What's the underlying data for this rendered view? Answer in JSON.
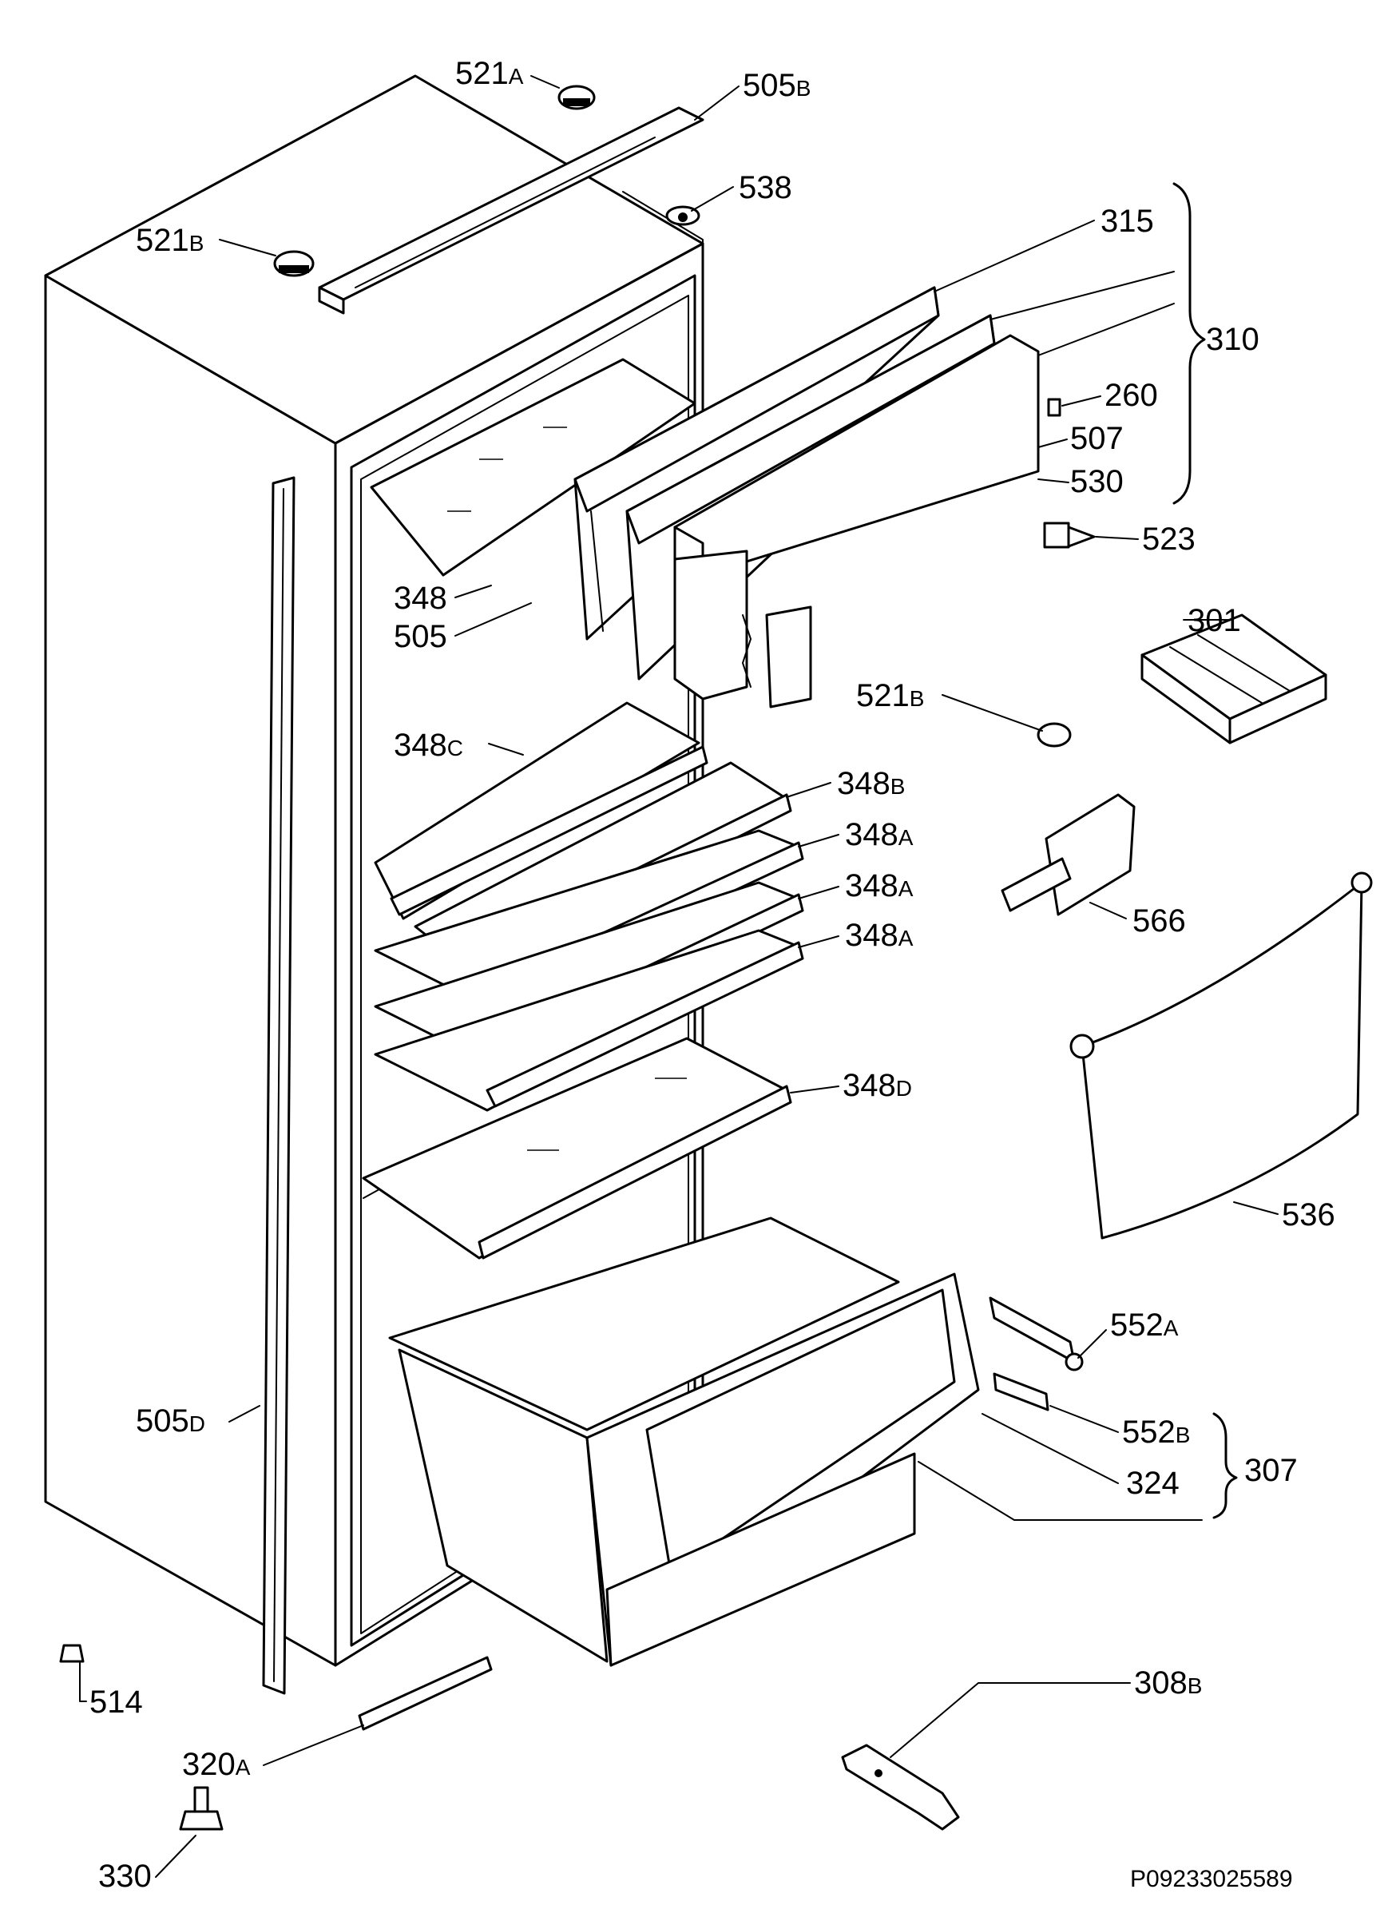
{
  "drawing_code": "P09233025589",
  "labels": [
    {
      "name": "label-521a",
      "main": "521",
      "suffix": "A"
    },
    {
      "name": "label-505b",
      "main": "505",
      "suffix": "B"
    },
    {
      "name": "label-538",
      "main": "538",
      "suffix": ""
    },
    {
      "name": "label-521b-top",
      "main": "521",
      "suffix": "B"
    },
    {
      "name": "label-315",
      "main": "315",
      "suffix": ""
    },
    {
      "name": "label-310",
      "main": "310",
      "suffix": ""
    },
    {
      "name": "label-260",
      "main": "260",
      "suffix": ""
    },
    {
      "name": "label-507",
      "main": "507",
      "suffix": ""
    },
    {
      "name": "label-530",
      "main": "530",
      "suffix": ""
    },
    {
      "name": "label-523",
      "main": "523",
      "suffix": ""
    },
    {
      "name": "label-348",
      "main": "348",
      "suffix": ""
    },
    {
      "name": "label-505",
      "main": "505",
      "suffix": ""
    },
    {
      "name": "label-301",
      "main": "301",
      "suffix": ""
    },
    {
      "name": "label-521b-mid",
      "main": "521",
      "suffix": "B"
    },
    {
      "name": "label-348c",
      "main": "348",
      "suffix": "C"
    },
    {
      "name": "label-348b",
      "main": "348",
      "suffix": "B"
    },
    {
      "name": "label-348a-1",
      "main": "348",
      "suffix": "A"
    },
    {
      "name": "label-348a-2",
      "main": "348",
      "suffix": "A"
    },
    {
      "name": "label-348a-3",
      "main": "348",
      "suffix": "A"
    },
    {
      "name": "label-566",
      "main": "566",
      "suffix": ""
    },
    {
      "name": "label-348d",
      "main": "348",
      "suffix": "D"
    },
    {
      "name": "label-536",
      "main": "536",
      "suffix": ""
    },
    {
      "name": "label-552a",
      "main": "552",
      "suffix": "A"
    },
    {
      "name": "label-505d",
      "main": "505",
      "suffix": "D"
    },
    {
      "name": "label-552b",
      "main": "552",
      "suffix": "B"
    },
    {
      "name": "label-307",
      "main": "307",
      "suffix": ""
    },
    {
      "name": "label-324",
      "main": "324",
      "suffix": ""
    },
    {
      "name": "label-514",
      "main": "514",
      "suffix": ""
    },
    {
      "name": "label-308b",
      "main": "308",
      "suffix": "B"
    },
    {
      "name": "label-320a",
      "main": "320",
      "suffix": "A"
    },
    {
      "name": "label-330",
      "main": "330",
      "suffix": ""
    }
  ]
}
